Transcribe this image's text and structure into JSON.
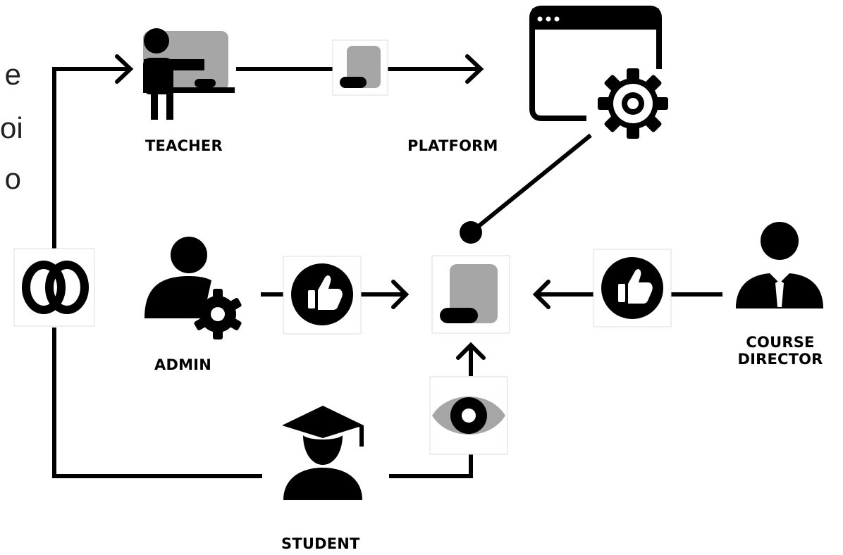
{
  "left_text_fragments": [
    "e",
    "oi",
    "o"
  ],
  "nodes": {
    "teacher": {
      "label": "TEACHER"
    },
    "platform": {
      "label": "PLATFORM"
    },
    "admin": {
      "label": "ADMIN"
    },
    "course_director": {
      "label_line1": "COURSE",
      "label_line2": "DIRECTOR"
    },
    "student": {
      "label": "STUDENT"
    }
  },
  "icons": {
    "teacher": "teacher-at-board-icon",
    "platform": "browser-window-gear-icon",
    "admin": "admin-user-gear-icon",
    "course_director": "businessman-icon",
    "student": "graduate-student-icon",
    "document_center": "document-scroll-icon",
    "document_top": "document-scroll-icon",
    "approve_admin": "thumbs-up-icon",
    "approve_director": "thumbs-up-icon",
    "view": "eye-icon",
    "link": "interlocked-rings-icon"
  },
  "colors": {
    "stroke": "#000000",
    "doc_fill": "#a6a6a6",
    "teacher_board": "#a6a6a6",
    "eye_fill": "#a6a6a6"
  }
}
